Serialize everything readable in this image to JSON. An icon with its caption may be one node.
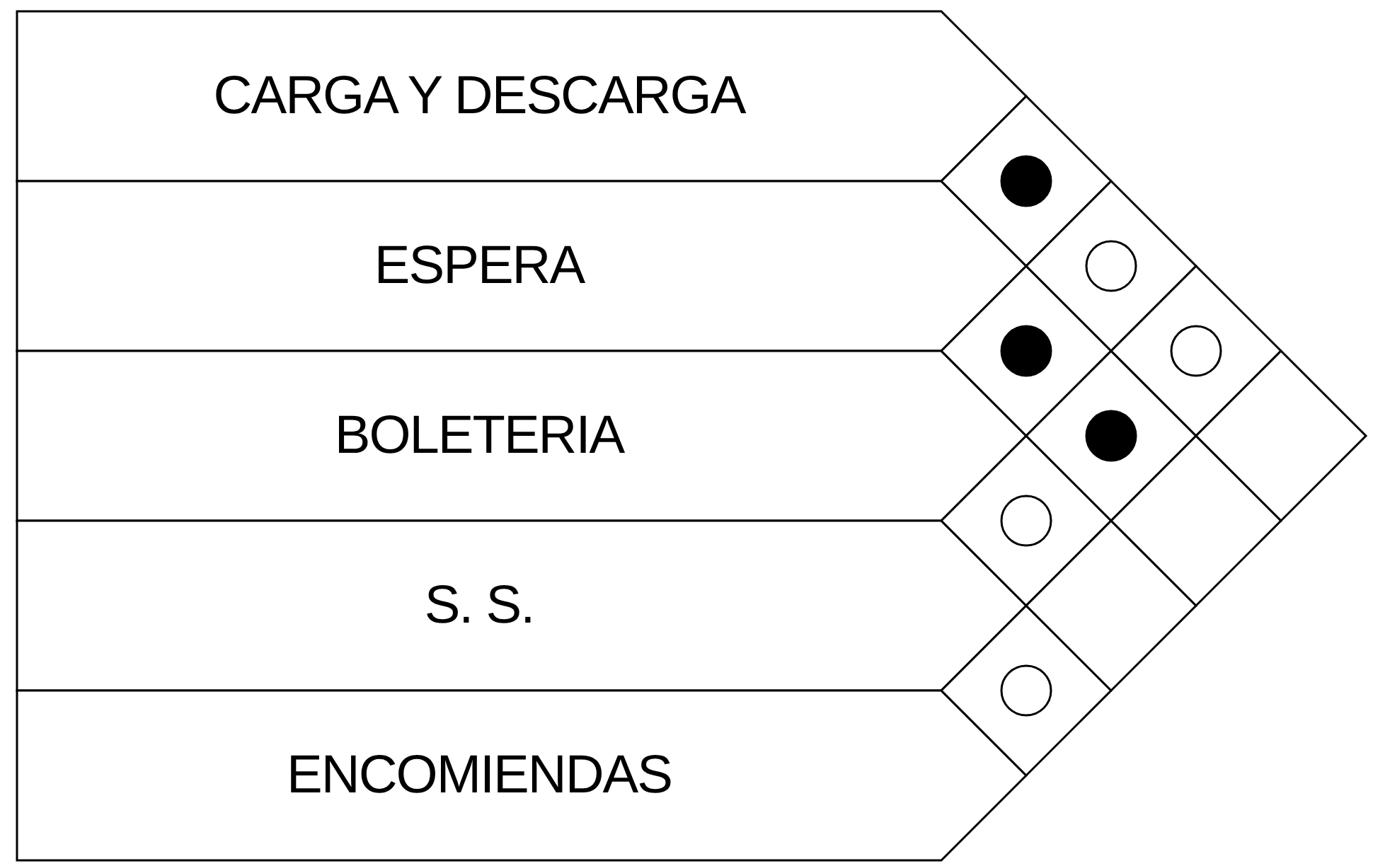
{
  "diagram": {
    "nodes": [
      {
        "text": [
          "CARGA Y DESCARGA"
        ]
      },
      {
        "text": [
          "ESPERA"
        ]
      },
      {
        "text": [
          "BOLETERIA"
        ]
      },
      {
        "text": [
          "S. S."
        ]
      },
      {
        "text": [
          "ENCOMIENDAS"
        ]
      },
      {
        "text": [],
        "shape": "diamond"
      },
      {
        "text": [],
        "shape": "diamond"
      },
      {
        "text": [],
        "shape": "diamond"
      },
      {
        "text": [],
        "shape": "diamond"
      },
      {
        "text": [],
        "shape": "diamond"
      },
      {
        "text": [],
        "shape": "diamond"
      },
      {
        "text": [],
        "shape": "diamond"
      },
      {
        "text": [],
        "shape": "diamond"
      },
      {
        "text": [],
        "shape": "diamond"
      },
      {
        "text": [],
        "shape": "diamond"
      },
      {
        "text": [],
        "shape": "dot",
        "in": 5
      },
      {
        "text": [],
        "shape": "dot",
        "in": 6
      },
      {
        "text": [],
        "shape": "circle",
        "in": 7
      },
      {
        "text": [],
        "shape": "circle",
        "in": 8
      },
      {
        "text": [],
        "shape": "circle",
        "in": 9
      },
      {
        "text": [],
        "shape": "dot",
        "in": 10
      },
      {
        "text": [],
        "shape": "circle",
        "in": 12
      }
    ]
  }
}
